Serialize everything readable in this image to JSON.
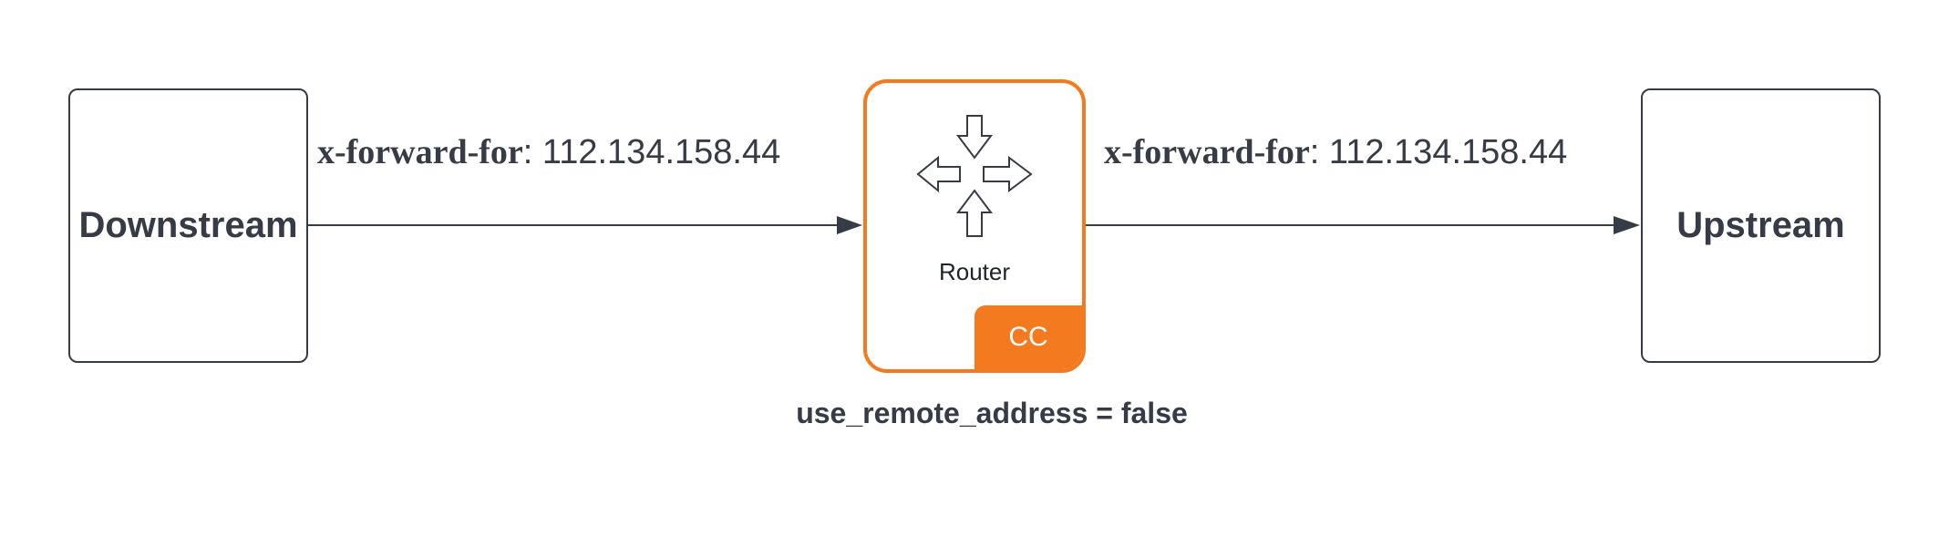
{
  "nodes": {
    "downstream": {
      "label": "Downstream"
    },
    "router": {
      "label": "Router",
      "badge": "CC",
      "accent_color": "#f47a20"
    },
    "upstream": {
      "label": "Upstream"
    }
  },
  "edges": [
    {
      "from": "downstream",
      "to": "router",
      "header": "x-forward-for",
      "value": ": 112.134.158.44"
    },
    {
      "from": "router",
      "to": "upstream",
      "header": "x-forward-for",
      "value": ": 112.134.158.44"
    }
  ],
  "caption": "use_remote_address = false",
  "colors": {
    "stroke": "#373b45",
    "accent": "#f47a20"
  },
  "icons": {
    "router": "four-arrows-icon"
  }
}
